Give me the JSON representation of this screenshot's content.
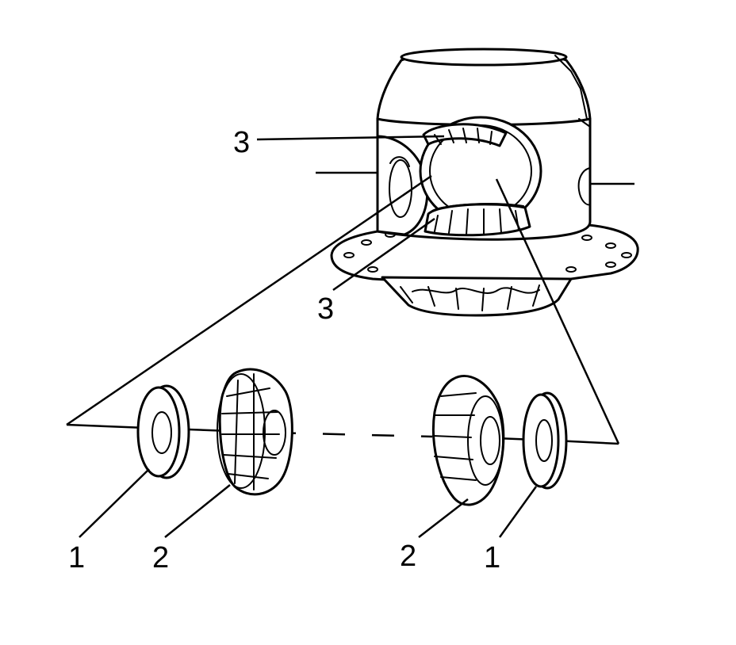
{
  "callouts": [
    {
      "id": "washer-left",
      "label": "1"
    },
    {
      "id": "gear-left",
      "label": "2"
    },
    {
      "id": "gear-right",
      "label": "2"
    },
    {
      "id": "washer-right",
      "label": "1"
    },
    {
      "id": "case-top-gear",
      "label": "3"
    },
    {
      "id": "case-bottom-gear",
      "label": "3"
    }
  ],
  "colors": {
    "line": "#000000",
    "background": "#ffffff"
  }
}
